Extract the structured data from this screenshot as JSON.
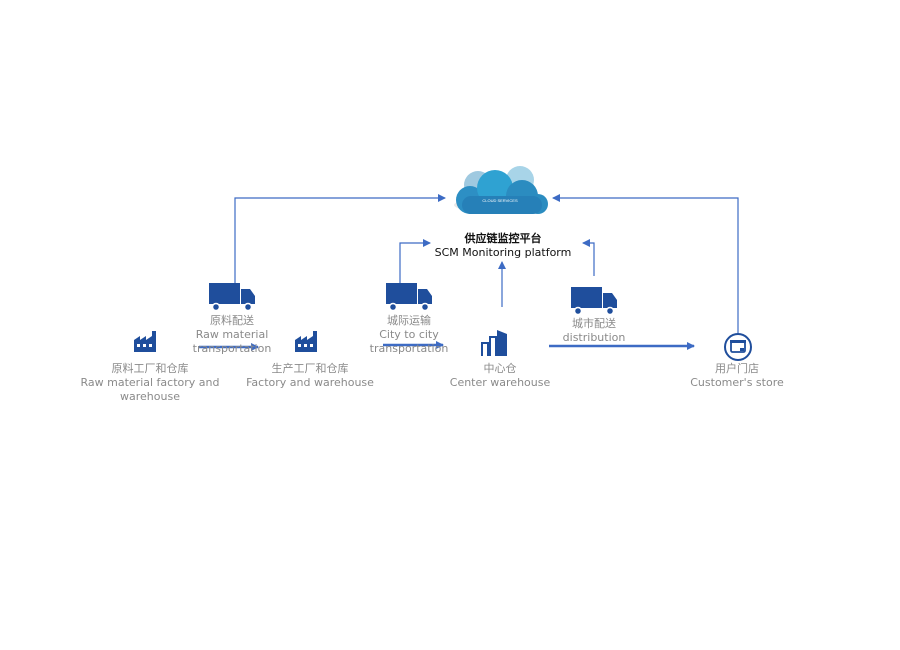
{
  "colors": {
    "accent": "#3d6bc4",
    "icon": "#1f4e9c",
    "label": "#8a8a8a"
  },
  "platform": {
    "zh": "供应链监控平台",
    "en": "SCM Monitoring platform",
    "cloud_text": "CLOUD SERVICES",
    "icon": "cloud-icon"
  },
  "nodes": [
    {
      "zh": "原料工厂和仓库",
      "en": "Raw material factory and",
      "en2": "warehouse",
      "icon": "factory-icon"
    },
    {
      "zh": "生产工厂和仓库",
      "en": "Factory and warehouse",
      "icon": "factory-icon"
    },
    {
      "zh": "中心仓",
      "en": "Center warehouse",
      "icon": "warehouse-icon"
    },
    {
      "zh": "用户门店",
      "en": "Customer's store",
      "icon": "store-icon"
    }
  ],
  "transports": [
    {
      "zh": "原料配送",
      "en": "Raw material",
      "en2": "transportation",
      "icon": "truck-icon"
    },
    {
      "zh": "城际运输",
      "en": "City to city",
      "en2": "transportation",
      "icon": "truck-icon"
    },
    {
      "zh": "城市配送",
      "en": "distribution",
      "icon": "truck-icon"
    }
  ]
}
